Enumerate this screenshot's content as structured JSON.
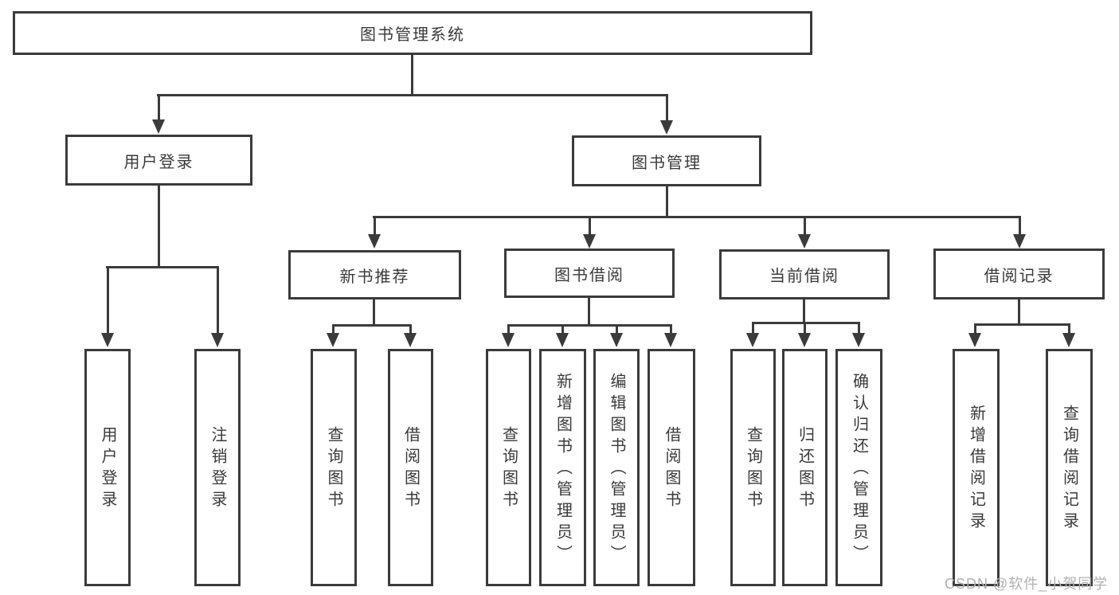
{
  "colors": {
    "line": "#3b3b3b",
    "text": "#3a3a3a",
    "watermark": "#b0b0b0",
    "background": "#ffffff"
  },
  "tree": {
    "root": {
      "label": "图书管理系统"
    },
    "branches": [
      {
        "label": "用户登录",
        "children": [
          {
            "label": "用户登录"
          },
          {
            "label": "注销登录"
          }
        ]
      },
      {
        "label": "图书管理",
        "children": [
          {
            "label": "新书推荐",
            "children": [
              {
                "label": "查询图书"
              },
              {
                "label": "借阅图书"
              }
            ]
          },
          {
            "label": "图书借阅",
            "children": [
              {
                "label": "查询图书"
              },
              {
                "label": "新增图书（管理员）"
              },
              {
                "label": "编辑图书（管理员）"
              },
              {
                "label": "借阅图书"
              }
            ]
          },
          {
            "label": "当前借阅",
            "children": [
              {
                "label": "查询图书"
              },
              {
                "label": "归还图书"
              },
              {
                "label": "确认归还（管理员）"
              }
            ]
          },
          {
            "label": "借阅记录",
            "children": [
              {
                "label": "新增借阅记录"
              },
              {
                "label": "查询借阅记录"
              }
            ]
          }
        ]
      }
    ]
  },
  "watermark": {
    "text": "CSDN @软件_小贺同学"
  }
}
